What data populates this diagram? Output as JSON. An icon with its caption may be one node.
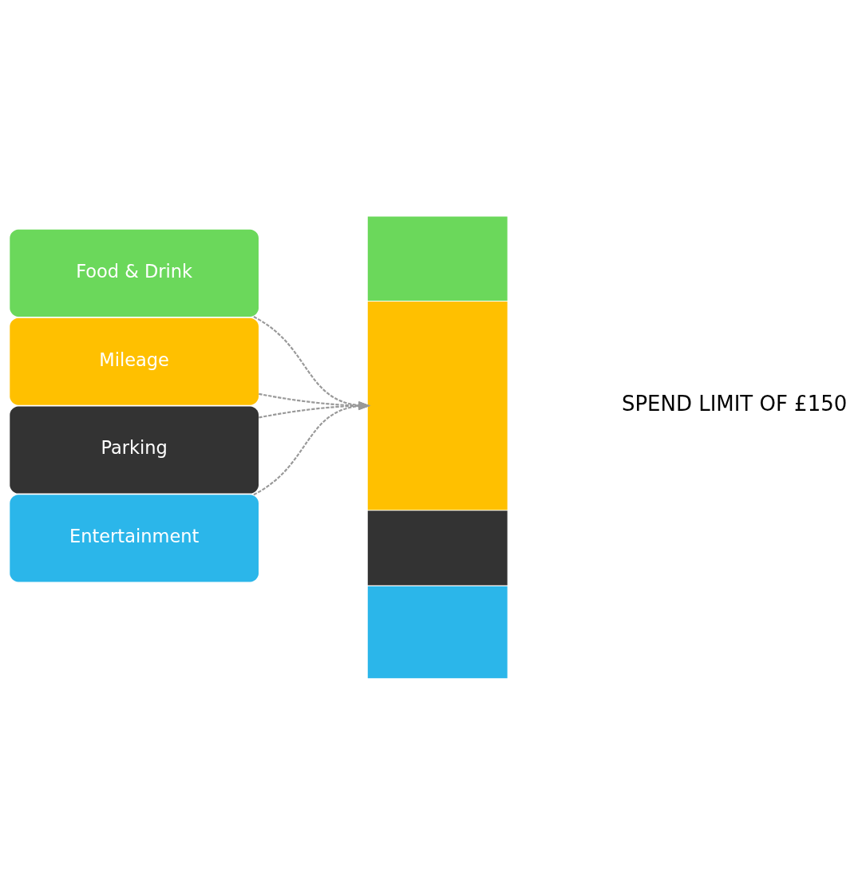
{
  "diagram": {
    "nodes": [
      {
        "text": [
          "Food & Drink"
        ]
      },
      {
        "text": [
          "Mileage"
        ]
      },
      {
        "text": [
          "Parking"
        ]
      },
      {
        "text": [
          "Entertainment"
        ]
      },
      {
        "text": [],
        "shape": "bar"
      },
      {
        "text": [],
        "shape": "bar"
      },
      {
        "text": [],
        "shape": "bar"
      },
      {
        "text": [],
        "shape": "bar"
      }
    ],
    "edges": [
      {
        "from": 0,
        "to": 5,
        "arrow": "to",
        "style": "dashed"
      },
      {
        "from": 1,
        "to": 5,
        "arrow": "to",
        "style": "dashed"
      },
      {
        "from": 2,
        "to": 5,
        "arrow": "to",
        "style": "dashed"
      },
      {
        "from": 3,
        "to": 5,
        "arrow": "to",
        "style": "dashed"
      }
    ],
    "labels": [
      "SPEND LIMIT OF £150"
    ]
  }
}
